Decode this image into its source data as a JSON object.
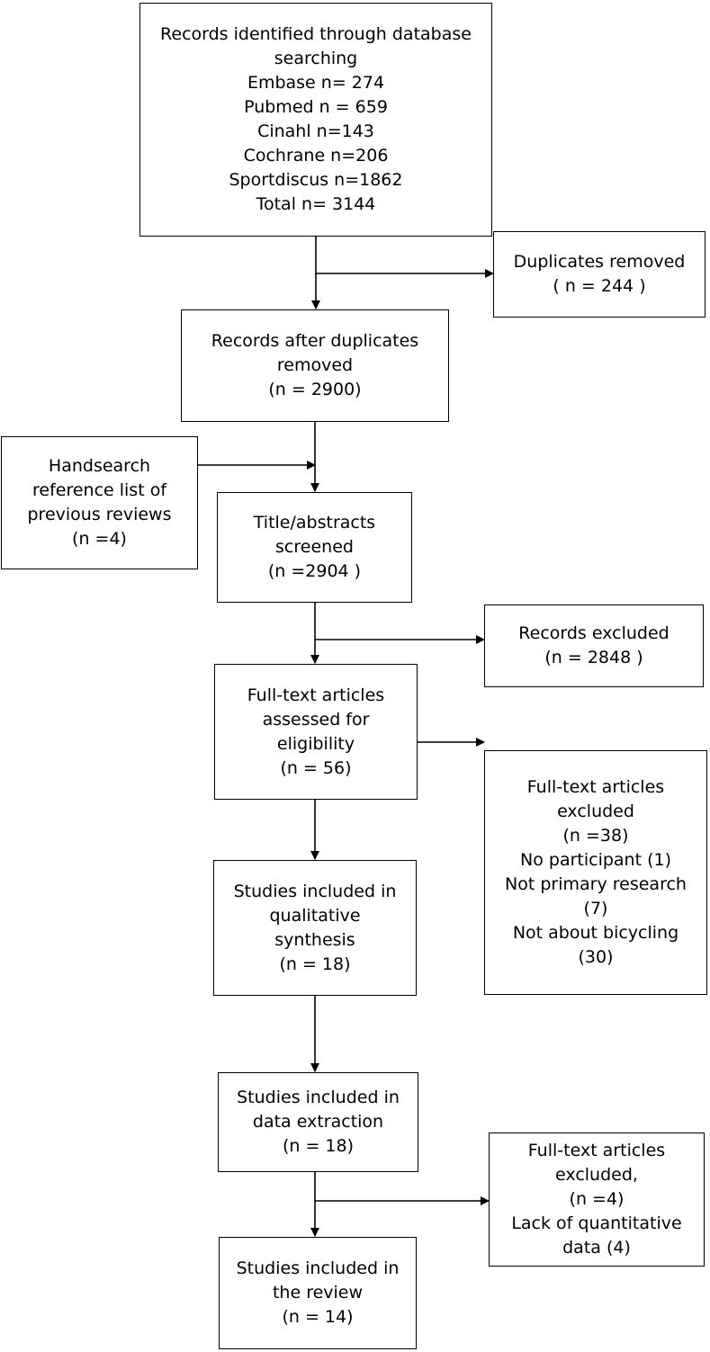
{
  "flow": {
    "identified": {
      "lines": [
        "Records identified through database",
        "searching",
        "Embase n= 274",
        "Pubmed n = 659",
        "Cinahl n=143",
        "Cochrane n=206",
        "Sportdiscus n=1862",
        "Total n= 3144"
      ]
    },
    "duplicates": {
      "lines": [
        "Duplicates removed",
        "( n = 244 )"
      ]
    },
    "after_duplicates": {
      "lines": [
        "Records after duplicates",
        "removed",
        "(n = 2900)"
      ]
    },
    "handsearch": {
      "lines": [
        "Handsearch",
        "reference list of",
        "previous reviews",
        "(n =4)"
      ]
    },
    "screened": {
      "lines": [
        "Title/abstracts",
        "screened",
        "(n =2904 )"
      ]
    },
    "records_excluded": {
      "lines": [
        "Records excluded",
        "(n = 2848 )"
      ]
    },
    "eligibility": {
      "lines": [
        "Full-text articles",
        "assessed for",
        "eligibility",
        "(n = 56)"
      ]
    },
    "fulltext_excluded": {
      "lines": [
        "Full-text articles",
        "excluded",
        "(n =38)",
        "No participant (1)",
        "Not primary research",
        "(7)",
        "Not about bicycling",
        "(30)"
      ]
    },
    "qualitative": {
      "lines": [
        "Studies included in",
        "qualitative",
        "synthesis",
        "(n = 18)"
      ]
    },
    "extraction": {
      "lines": [
        "Studies included in",
        "data extraction",
        "(n = 18)"
      ]
    },
    "excluded_quant": {
      "lines": [
        "Full-text articles",
        "excluded,",
        "(n =4)",
        "Lack of quantitative",
        "data (4)"
      ]
    },
    "review": {
      "lines": [
        "Studies included in",
        "the review",
        "(n = 14)"
      ]
    }
  }
}
